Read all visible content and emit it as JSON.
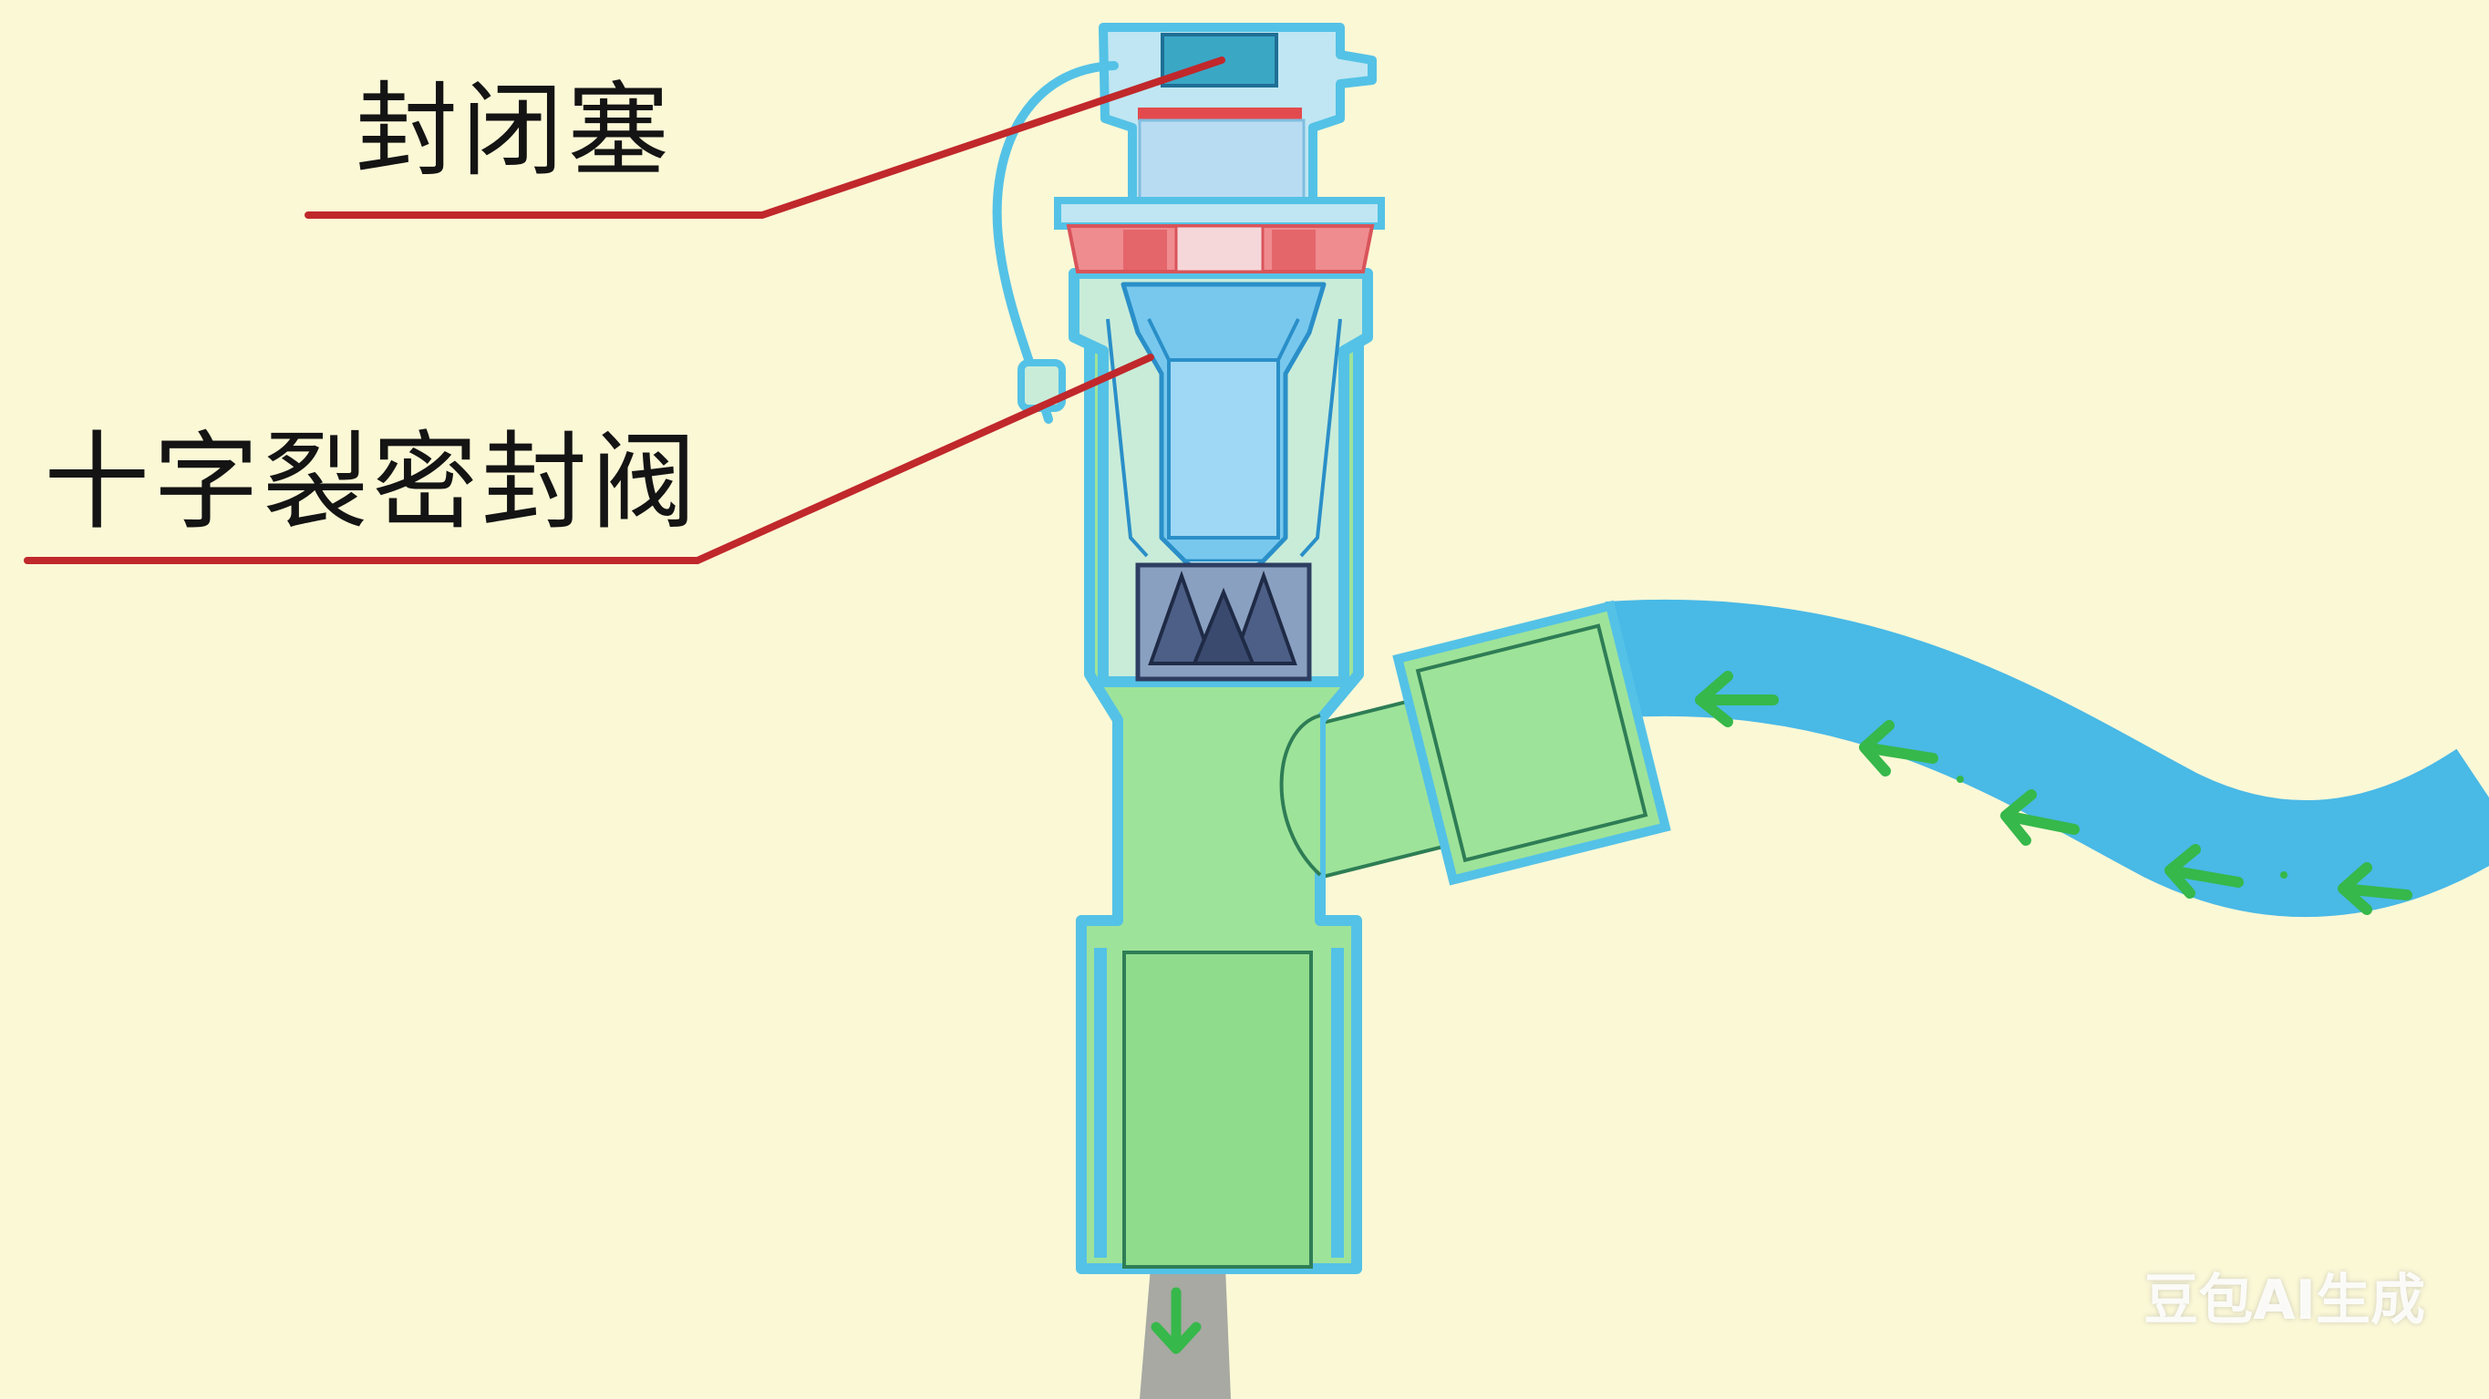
{
  "labels": {
    "sealing_plug": "封闭塞",
    "cross_slit_valve": "十字裂密封阀"
  },
  "watermark": "豆包AI生成",
  "colors": {
    "background": "#fbf8d6",
    "body_green": "#9ee39a",
    "outline_blue": "#54c2e6",
    "fluid_blue": "#49b9e6",
    "arrow_green": "#36b84a",
    "leader_red": "#c0282b",
    "seal_red": "#ef8c90",
    "cone_dark": "#4d5f86",
    "outlet_gray": "#a7a9a2"
  },
  "icons": {
    "flow_arrow": "left-arrow-icon",
    "outlet_arrow": "down-arrow-icon"
  }
}
